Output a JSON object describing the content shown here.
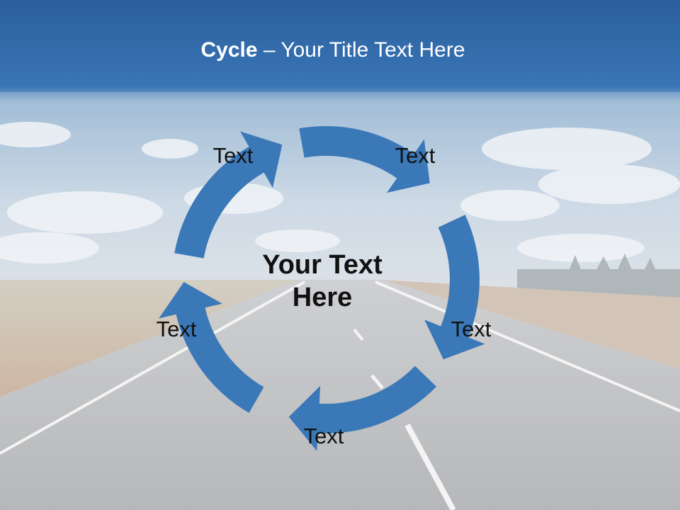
{
  "slide": {
    "title_bold": "Cycle",
    "title_rest": " – Your Title Text Here",
    "center_text_line1": "Your Text",
    "center_text_line2": "Here",
    "labels": [
      "Text",
      "Text",
      "Text",
      "Text",
      "Text"
    ]
  },
  "colors": {
    "arrow_fill": "#3b78b8",
    "header_band": "#2f66a3",
    "sky": "#b8c9da",
    "road": "#a9acaf"
  },
  "icons": [
    "cycle-arrow-icon"
  ]
}
